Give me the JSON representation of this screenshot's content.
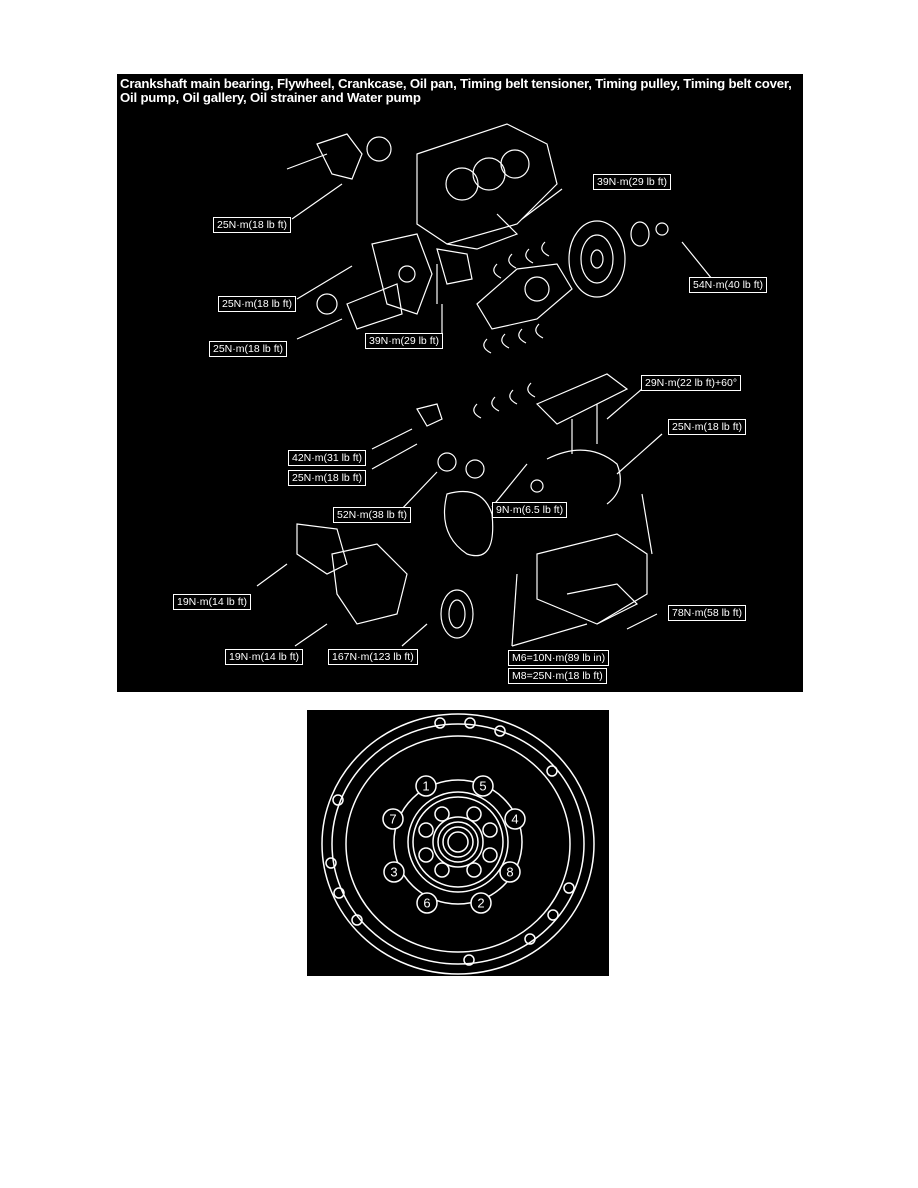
{
  "diagram": {
    "title": "Crankshaft main bearing, Flywheel, Crankcase, Oil pan, Timing belt tensioner, Timing pulley, Timing belt cover, Oil pump, Oil gallery, Oil strainer and Water pump",
    "torque_labels": [
      {
        "id": "water-pump-bolt",
        "text": "25N·m(18 lb ft)"
      },
      {
        "id": "crankcase-bolt",
        "text": "39N·m(29 lb ft)"
      },
      {
        "id": "flywheel-bolt",
        "text": "54N·m(40 lb ft)"
      },
      {
        "id": "oil-pump-bolt",
        "text": "25N·m(18 lb ft)"
      },
      {
        "id": "oil-pump-lower-bolt",
        "text": "25N·m(18 lb ft)"
      },
      {
        "id": "bearing-cap-bolt",
        "text": "39N·m(29 lb ft)"
      },
      {
        "id": "main-bearing-bolt",
        "text": "29N·m(22 lb ft)+60°"
      },
      {
        "id": "oil-gallery-bolt",
        "text": "25N·m(18 lb ft)"
      },
      {
        "id": "tensioner-bolt",
        "text": "42N·m(31 lb ft)"
      },
      {
        "id": "tensioner-pulley-bolt",
        "text": "25N·m(18 lb ft)"
      },
      {
        "id": "idler-pulley-bolt",
        "text": "52N·m(38 lb ft)"
      },
      {
        "id": "oil-strainer-bolt",
        "text": "9N·m(6.5 lb ft)"
      },
      {
        "id": "timing-cover-bolt-upper",
        "text": "19N·m(14 lb ft)"
      },
      {
        "id": "timing-cover-bolt-lower",
        "text": "19N·m(14 lb ft)"
      },
      {
        "id": "crank-pulley-bolt",
        "text": "167N·m(123 lb ft)"
      },
      {
        "id": "drain-plug",
        "text": "78N·m(58 lb ft)"
      },
      {
        "id": "oil-pan-m6",
        "text": "M6=10N·m(89 lb in)"
      },
      {
        "id": "oil-pan-m8",
        "text": "M8=25N·m(18 lb ft)"
      }
    ]
  },
  "flywheel_sequence": {
    "bolt_numbers": [
      "1",
      "5",
      "4",
      "8",
      "2",
      "6",
      "3",
      "7"
    ]
  }
}
